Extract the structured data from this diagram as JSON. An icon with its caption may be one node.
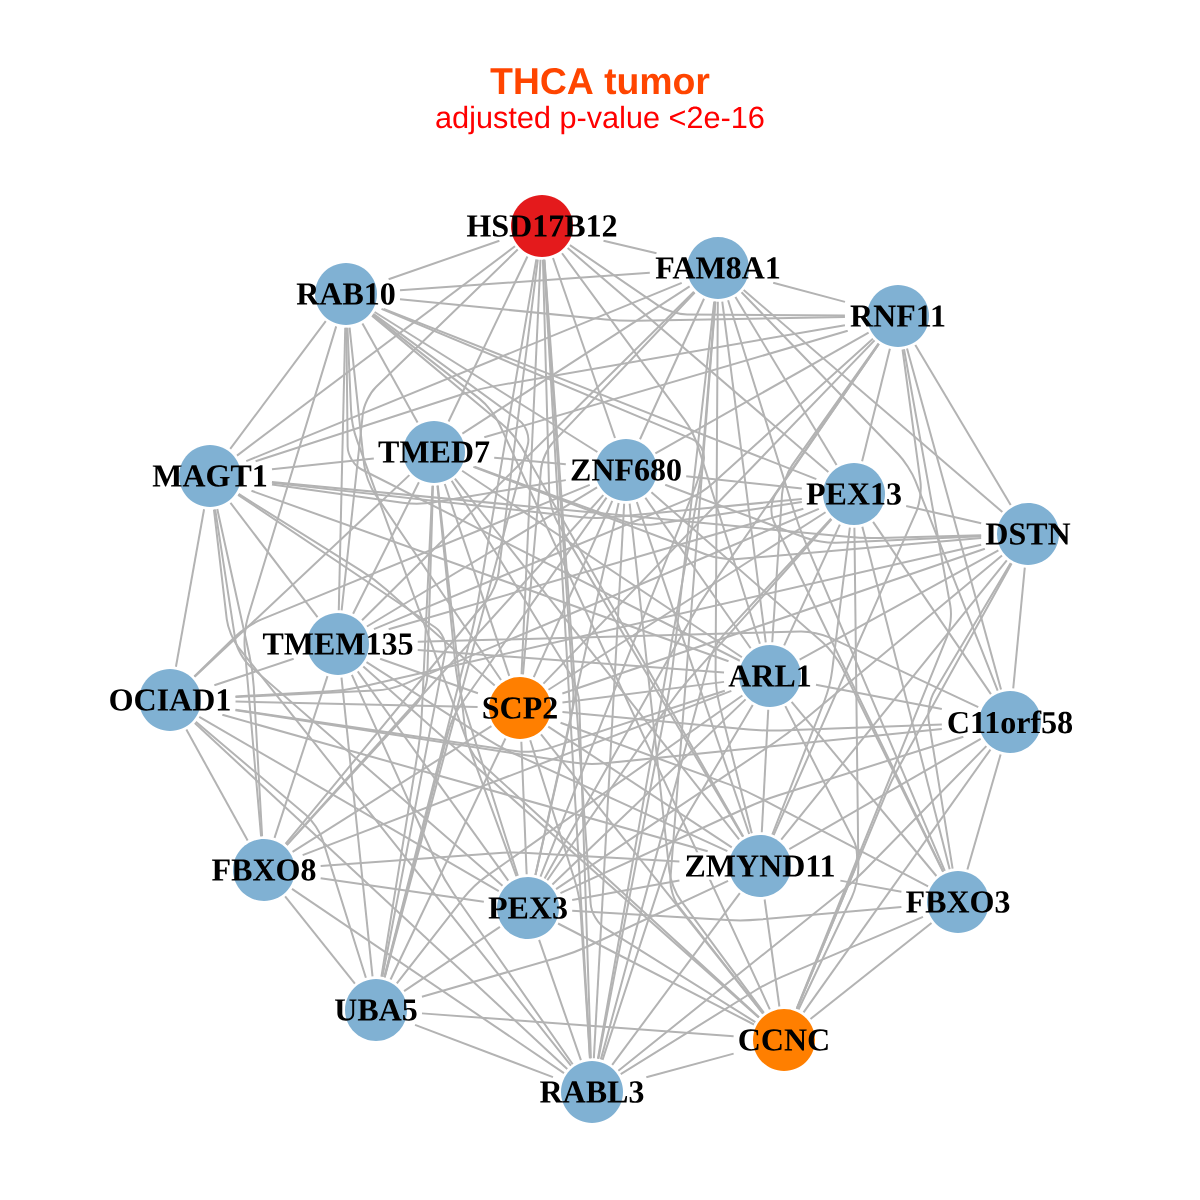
{
  "diagram": {
    "title": "THCA tumor",
    "nodes": [
      {
        "text": [
          "HSD17B12"
        ]
      },
      {
        "text": [
          "FAM8A1"
        ]
      },
      {
        "text": [
          "RAB10"
        ]
      },
      {
        "text": [
          "RNF11"
        ]
      },
      {
        "text": [
          "MAGT1"
        ]
      },
      {
        "text": [
          "TMED7"
        ]
      },
      {
        "text": [
          "ZNF680"
        ]
      },
      {
        "text": [
          "PEX13"
        ]
      },
      {
        "text": [
          "DSTN"
        ]
      },
      {
        "text": [
          "TMEM135"
        ]
      },
      {
        "text": [
          "OCIAD1"
        ]
      },
      {
        "text": [
          "SCP2"
        ]
      },
      {
        "text": [
          "ARL1"
        ]
      },
      {
        "text": [
          "C11orf58"
        ]
      },
      {
        "text": [
          "FBXO8"
        ]
      },
      {
        "text": [
          "ZMYND11"
        ]
      },
      {
        "text": [
          "PEX3"
        ]
      },
      {
        "text": [
          "FBXO3"
        ]
      },
      {
        "text": [
          "UBA5"
        ]
      },
      {
        "text": [
          "CCNC"
        ]
      },
      {
        "text": [
          "RABL3"
        ]
      }
    ],
    "edges": [
      {
        "from": 0,
        "to": 1,
        "arrow": "none"
      },
      {
        "from": 0,
        "to": 2,
        "arrow": "none"
      },
      {
        "from": 0,
        "to": 3,
        "arrow": "none"
      },
      {
        "from": 0,
        "to": 4,
        "arrow": "none"
      },
      {
        "from": 0,
        "to": 5,
        "arrow": "none"
      },
      {
        "from": 0,
        "to": 6,
        "arrow": "none"
      },
      {
        "from": 0,
        "to": 7,
        "arrow": "none"
      },
      {
        "from": 0,
        "to": 9,
        "arrow": "none"
      },
      {
        "from": 0,
        "to": 11,
        "arrow": "none"
      },
      {
        "from": 0,
        "to": 12,
        "arrow": "none"
      },
      {
        "from": 0,
        "to": 14,
        "arrow": "none"
      },
      {
        "from": 0,
        "to": 15,
        "arrow": "none"
      },
      {
        "from": 0,
        "to": 16,
        "arrow": "none"
      },
      {
        "from": 0,
        "to": 18,
        "arrow": "none"
      },
      {
        "from": 0,
        "to": 19,
        "arrow": "none"
      },
      {
        "from": 0,
        "to": 20,
        "arrow": "none"
      },
      {
        "from": 1,
        "to": 2,
        "arrow": "none"
      },
      {
        "from": 1,
        "to": 3,
        "arrow": "none"
      },
      {
        "from": 1,
        "to": 4,
        "arrow": "none"
      },
      {
        "from": 1,
        "to": 5,
        "arrow": "none"
      },
      {
        "from": 1,
        "to": 6,
        "arrow": "none"
      },
      {
        "from": 1,
        "to": 7,
        "arrow": "none"
      },
      {
        "from": 1,
        "to": 8,
        "arrow": "none"
      },
      {
        "from": 1,
        "to": 9,
        "arrow": "none"
      },
      {
        "from": 1,
        "to": 11,
        "arrow": "none"
      },
      {
        "from": 1,
        "to": 12,
        "arrow": "none"
      },
      {
        "from": 1,
        "to": 13,
        "arrow": "none"
      },
      {
        "from": 1,
        "to": 15,
        "arrow": "none"
      },
      {
        "from": 1,
        "to": 16,
        "arrow": "none"
      },
      {
        "from": 1,
        "to": 17,
        "arrow": "none"
      },
      {
        "from": 1,
        "to": 19,
        "arrow": "none"
      },
      {
        "from": 1,
        "to": 20,
        "arrow": "none"
      },
      {
        "from": 2,
        "to": 3,
        "arrow": "none"
      },
      {
        "from": 2,
        "to": 4,
        "arrow": "none"
      },
      {
        "from": 2,
        "to": 5,
        "arrow": "none"
      },
      {
        "from": 2,
        "to": 6,
        "arrow": "none"
      },
      {
        "from": 2,
        "to": 7,
        "arrow": "none"
      },
      {
        "from": 2,
        "to": 9,
        "arrow": "none"
      },
      {
        "from": 2,
        "to": 11,
        "arrow": "none"
      },
      {
        "from": 2,
        "to": 12,
        "arrow": "none"
      },
      {
        "from": 2,
        "to": 14,
        "arrow": "none"
      },
      {
        "from": 2,
        "to": 15,
        "arrow": "none"
      },
      {
        "from": 2,
        "to": 16,
        "arrow": "none"
      },
      {
        "from": 2,
        "to": 18,
        "arrow": "none"
      },
      {
        "from": 2,
        "to": 19,
        "arrow": "none"
      },
      {
        "from": 2,
        "to": 20,
        "arrow": "none"
      },
      {
        "from": 3,
        "to": 4,
        "arrow": "none"
      },
      {
        "from": 3,
        "to": 5,
        "arrow": "none"
      },
      {
        "from": 3,
        "to": 6,
        "arrow": "none"
      },
      {
        "from": 3,
        "to": 7,
        "arrow": "none"
      },
      {
        "from": 3,
        "to": 8,
        "arrow": "none"
      },
      {
        "from": 3,
        "to": 9,
        "arrow": "none"
      },
      {
        "from": 3,
        "to": 11,
        "arrow": "none"
      },
      {
        "from": 3,
        "to": 12,
        "arrow": "none"
      },
      {
        "from": 3,
        "to": 13,
        "arrow": "none"
      },
      {
        "from": 3,
        "to": 15,
        "arrow": "none"
      },
      {
        "from": 3,
        "to": 16,
        "arrow": "none"
      },
      {
        "from": 3,
        "to": 17,
        "arrow": "none"
      },
      {
        "from": 3,
        "to": 19,
        "arrow": "none"
      },
      {
        "from": 4,
        "to": 5,
        "arrow": "none"
      },
      {
        "from": 4,
        "to": 6,
        "arrow": "none"
      },
      {
        "from": 4,
        "to": 7,
        "arrow": "none"
      },
      {
        "from": 4,
        "to": 8,
        "arrow": "none"
      },
      {
        "from": 4,
        "to": 9,
        "arrow": "none"
      },
      {
        "from": 4,
        "to": 10,
        "arrow": "none"
      },
      {
        "from": 4,
        "to": 11,
        "arrow": "none"
      },
      {
        "from": 4,
        "to": 12,
        "arrow": "none"
      },
      {
        "from": 4,
        "to": 14,
        "arrow": "none"
      },
      {
        "from": 4,
        "to": 16,
        "arrow": "none"
      },
      {
        "from": 4,
        "to": 18,
        "arrow": "none"
      },
      {
        "from": 4,
        "to": 20,
        "arrow": "none"
      },
      {
        "from": 5,
        "to": 6,
        "arrow": "none"
      },
      {
        "from": 5,
        "to": 7,
        "arrow": "none"
      },
      {
        "from": 5,
        "to": 8,
        "arrow": "none"
      },
      {
        "from": 5,
        "to": 9,
        "arrow": "none"
      },
      {
        "from": 5,
        "to": 10,
        "arrow": "none"
      },
      {
        "from": 5,
        "to": 11,
        "arrow": "none"
      },
      {
        "from": 5,
        "to": 12,
        "arrow": "none"
      },
      {
        "from": 5,
        "to": 14,
        "arrow": "none"
      },
      {
        "from": 5,
        "to": 15,
        "arrow": "none"
      },
      {
        "from": 5,
        "to": 16,
        "arrow": "none"
      },
      {
        "from": 5,
        "to": 18,
        "arrow": "none"
      },
      {
        "from": 5,
        "to": 19,
        "arrow": "none"
      },
      {
        "from": 5,
        "to": 20,
        "arrow": "none"
      },
      {
        "from": 6,
        "to": 7,
        "arrow": "none"
      },
      {
        "from": 6,
        "to": 8,
        "arrow": "none"
      },
      {
        "from": 6,
        "to": 9,
        "arrow": "none"
      },
      {
        "from": 6,
        "to": 10,
        "arrow": "none"
      },
      {
        "from": 6,
        "to": 11,
        "arrow": "none"
      },
      {
        "from": 6,
        "to": 12,
        "arrow": "none"
      },
      {
        "from": 6,
        "to": 14,
        "arrow": "none"
      },
      {
        "from": 6,
        "to": 15,
        "arrow": "none"
      },
      {
        "from": 6,
        "to": 16,
        "arrow": "none"
      },
      {
        "from": 6,
        "to": 17,
        "arrow": "none"
      },
      {
        "from": 6,
        "to": 18,
        "arrow": "none"
      },
      {
        "from": 6,
        "to": 19,
        "arrow": "none"
      },
      {
        "from": 6,
        "to": 20,
        "arrow": "none"
      },
      {
        "from": 7,
        "to": 8,
        "arrow": "none"
      },
      {
        "from": 7,
        "to": 9,
        "arrow": "none"
      },
      {
        "from": 7,
        "to": 10,
        "arrow": "none"
      },
      {
        "from": 7,
        "to": 11,
        "arrow": "none"
      },
      {
        "from": 7,
        "to": 12,
        "arrow": "none"
      },
      {
        "from": 7,
        "to": 13,
        "arrow": "none"
      },
      {
        "from": 7,
        "to": 15,
        "arrow": "none"
      },
      {
        "from": 7,
        "to": 16,
        "arrow": "none"
      },
      {
        "from": 7,
        "to": 17,
        "arrow": "none"
      },
      {
        "from": 7,
        "to": 19,
        "arrow": "none"
      },
      {
        "from": 7,
        "to": 20,
        "arrow": "none"
      },
      {
        "from": 8,
        "to": 10,
        "arrow": "none"
      },
      {
        "from": 8,
        "to": 11,
        "arrow": "none"
      },
      {
        "from": 8,
        "to": 12,
        "arrow": "none"
      },
      {
        "from": 8,
        "to": 13,
        "arrow": "none"
      },
      {
        "from": 8,
        "to": 15,
        "arrow": "none"
      },
      {
        "from": 8,
        "to": 16,
        "arrow": "none"
      },
      {
        "from": 8,
        "to": 17,
        "arrow": "none"
      },
      {
        "from": 8,
        "to": 19,
        "arrow": "none"
      },
      {
        "from": 9,
        "to": 10,
        "arrow": "none"
      },
      {
        "from": 9,
        "to": 11,
        "arrow": "none"
      },
      {
        "from": 9,
        "to": 12,
        "arrow": "none"
      },
      {
        "from": 9,
        "to": 13,
        "arrow": "none"
      },
      {
        "from": 9,
        "to": 14,
        "arrow": "none"
      },
      {
        "from": 9,
        "to": 15,
        "arrow": "none"
      },
      {
        "from": 9,
        "to": 16,
        "arrow": "none"
      },
      {
        "from": 9,
        "to": 18,
        "arrow": "none"
      },
      {
        "from": 9,
        "to": 19,
        "arrow": "none"
      },
      {
        "from": 9,
        "to": 20,
        "arrow": "none"
      },
      {
        "from": 10,
        "to": 11,
        "arrow": "none"
      },
      {
        "from": 10,
        "to": 12,
        "arrow": "none"
      },
      {
        "from": 10,
        "to": 13,
        "arrow": "none"
      },
      {
        "from": 10,
        "to": 14,
        "arrow": "none"
      },
      {
        "from": 10,
        "to": 15,
        "arrow": "none"
      },
      {
        "from": 10,
        "to": 16,
        "arrow": "none"
      },
      {
        "from": 10,
        "to": 18,
        "arrow": "none"
      },
      {
        "from": 10,
        "to": 20,
        "arrow": "none"
      },
      {
        "from": 11,
        "to": 12,
        "arrow": "none"
      },
      {
        "from": 11,
        "to": 13,
        "arrow": "none"
      },
      {
        "from": 11,
        "to": 14,
        "arrow": "none"
      },
      {
        "from": 11,
        "to": 15,
        "arrow": "none"
      },
      {
        "from": 11,
        "to": 16,
        "arrow": "none"
      },
      {
        "from": 11,
        "to": 17,
        "arrow": "none"
      },
      {
        "from": 11,
        "to": 18,
        "arrow": "none"
      },
      {
        "from": 11,
        "to": 19,
        "arrow": "none"
      },
      {
        "from": 11,
        "to": 20,
        "arrow": "none"
      },
      {
        "from": 12,
        "to": 13,
        "arrow": "none"
      },
      {
        "from": 12,
        "to": 14,
        "arrow": "none"
      },
      {
        "from": 12,
        "to": 15,
        "arrow": "none"
      },
      {
        "from": 12,
        "to": 16,
        "arrow": "none"
      },
      {
        "from": 12,
        "to": 17,
        "arrow": "none"
      },
      {
        "from": 12,
        "to": 18,
        "arrow": "none"
      },
      {
        "from": 12,
        "to": 19,
        "arrow": "none"
      },
      {
        "from": 12,
        "to": 20,
        "arrow": "none"
      },
      {
        "from": 13,
        "to": 15,
        "arrow": "none"
      },
      {
        "from": 13,
        "to": 16,
        "arrow": "none"
      },
      {
        "from": 13,
        "to": 17,
        "arrow": "none"
      },
      {
        "from": 13,
        "to": 19,
        "arrow": "none"
      },
      {
        "from": 13,
        "to": 20,
        "arrow": "none"
      },
      {
        "from": 14,
        "to": 15,
        "arrow": "none"
      },
      {
        "from": 14,
        "to": 16,
        "arrow": "none"
      },
      {
        "from": 14,
        "to": 18,
        "arrow": "none"
      },
      {
        "from": 14,
        "to": 20,
        "arrow": "none"
      },
      {
        "from": 15,
        "to": 16,
        "arrow": "none"
      },
      {
        "from": 15,
        "to": 17,
        "arrow": "none"
      },
      {
        "from": 15,
        "to": 18,
        "arrow": "none"
      },
      {
        "from": 15,
        "to": 19,
        "arrow": "none"
      },
      {
        "from": 15,
        "to": 20,
        "arrow": "none"
      },
      {
        "from": 16,
        "to": 17,
        "arrow": "none"
      },
      {
        "from": 16,
        "to": 18,
        "arrow": "none"
      },
      {
        "from": 16,
        "to": 19,
        "arrow": "none"
      },
      {
        "from": 16,
        "to": 20,
        "arrow": "none"
      },
      {
        "from": 17,
        "to": 19,
        "arrow": "none"
      },
      {
        "from": 17,
        "to": 20,
        "arrow": "none"
      },
      {
        "from": 18,
        "to": 19,
        "arrow": "none"
      },
      {
        "from": 18,
        "to": 20,
        "arrow": "none"
      },
      {
        "from": 19,
        "to": 20,
        "arrow": "none"
      }
    ],
    "labels": [
      "adjusted p-value <2e-16"
    ]
  }
}
